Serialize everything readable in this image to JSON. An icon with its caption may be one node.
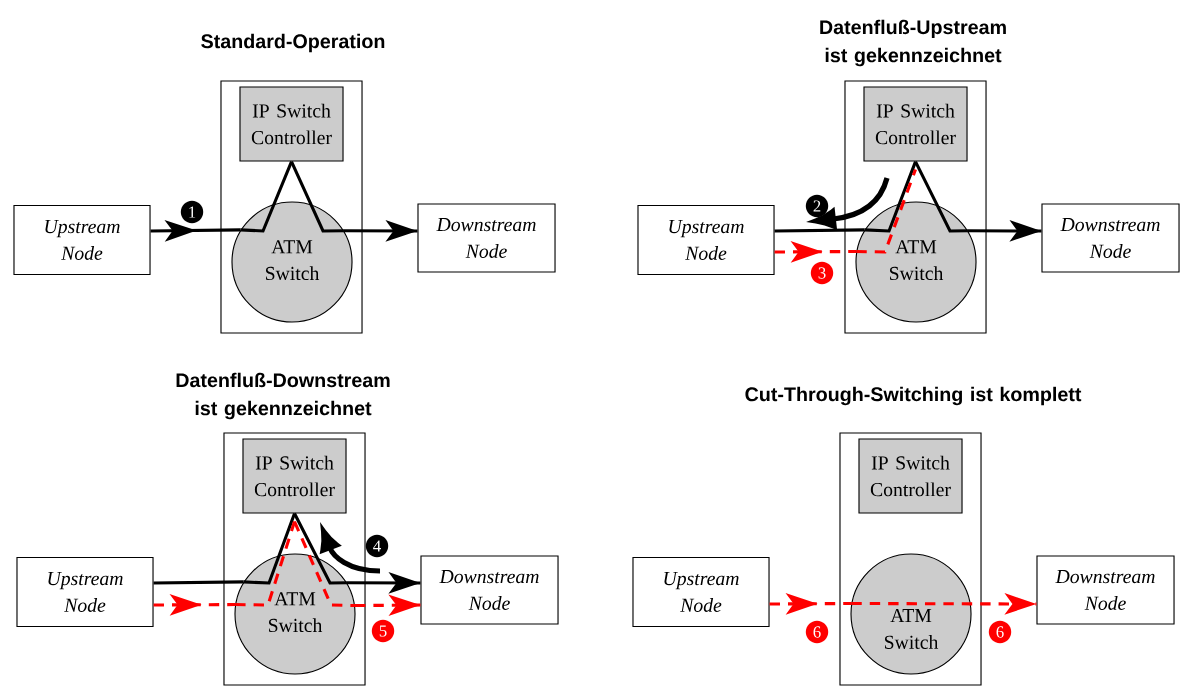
{
  "diagram": {
    "nodes": [
      {
        "text": [],
        "shape": "box"
      },
      {
        "text": [
          "IP Switch Controller"
        ],
        "in": 0
      },
      {
        "text": [
          "ATM Switch"
        ],
        "in": 0
      },
      {
        "text": [
          "Upstream Node"
        ]
      },
      {
        "text": [
          "Downstream Node"
        ]
      },
      {
        "text": [
          "1"
        ]
      },
      {
        "text": [],
        "shape": "box"
      },
      {
        "text": [
          "IP Switch Controller"
        ],
        "in": 6
      },
      {
        "text": [
          "ATM Switch"
        ],
        "in": 6
      },
      {
        "text": [
          "Upstream Node"
        ]
      },
      {
        "text": [
          "Downstream Node"
        ]
      },
      {
        "text": [
          "2"
        ]
      },
      {
        "text": [
          "3"
        ]
      },
      {
        "text": [],
        "shape": "box"
      },
      {
        "text": [
          "IP Switch Controller"
        ],
        "in": 13
      },
      {
        "text": [
          "ATM Switch"
        ],
        "in": 13
      },
      {
        "text": [
          "Upstream Node"
        ]
      },
      {
        "text": [
          "Downstream Node"
        ]
      },
      {
        "text": [
          "4"
        ]
      },
      {
        "text": [
          "5"
        ]
      },
      {
        "text": [],
        "shape": "box"
      },
      {
        "text": [
          "IP Switch Controller"
        ],
        "in": 20
      },
      {
        "text": [
          "ATM Switch"
        ],
        "in": 20
      },
      {
        "text": [
          "Upstream Node"
        ]
      },
      {
        "text": [
          "Downstream Node"
        ]
      },
      {
        "text": [
          "6"
        ]
      },
      {
        "text": [
          "6"
        ]
      }
    ],
    "edges": [
      {
        "from": 3,
        "to": 2,
        "arrow": "to"
      },
      {
        "from": 2,
        "to": 1,
        "arrow": "none"
      },
      {
        "from": 1,
        "to": 2,
        "arrow": "none"
      },
      {
        "from": 2,
        "to": 4,
        "arrow": "to"
      },
      {
        "from": 9,
        "to": 8,
        "arrow": "none"
      },
      {
        "from": 8,
        "to": 7,
        "arrow": "none"
      },
      {
        "from": 7,
        "to": 8,
        "arrow": "none"
      },
      {
        "from": 8,
        "to": 10,
        "arrow": "to"
      },
      {
        "from": 9,
        "to": 8,
        "arrow": "to",
        "style": "dashed",
        "color": "#ff0000"
      },
      {
        "from": 8,
        "to": 7,
        "arrow": "none",
        "style": "dashed",
        "color": "#ff0000"
      },
      {
        "from": 16,
        "to": 15,
        "arrow": "none"
      },
      {
        "from": 15,
        "to": 14,
        "arrow": "none"
      },
      {
        "from": 14,
        "to": 15,
        "arrow": "none"
      },
      {
        "from": 15,
        "to": 17,
        "arrow": "to"
      },
      {
        "from": 16,
        "to": 15,
        "arrow": "to",
        "style": "dashed",
        "color": "#ff0000"
      },
      {
        "from": 15,
        "to": 14,
        "arrow": "none",
        "style": "dashed",
        "color": "#ff0000"
      },
      {
        "from": 14,
        "to": 15,
        "arrow": "none",
        "style": "dashed",
        "color": "#ff0000"
      },
      {
        "from": 15,
        "to": 17,
        "arrow": "to",
        "style": "dashed",
        "color": "#ff0000"
      },
      {
        "from": 23,
        "to": 22,
        "arrow": "to",
        "style": "dashed",
        "color": "#ff0000"
      },
      {
        "from": 22,
        "to": 24,
        "arrow": "to",
        "style": "dashed",
        "color": "#ff0000"
      }
    ],
    "labels": [
      "Standard-Operation",
      "Datenfluß-Upstream ist gekennzeichnet",
      "Datenfluß-Downstream ist gekennzeichnet",
      "Cut-Through-Switching ist komplett"
    ]
  }
}
